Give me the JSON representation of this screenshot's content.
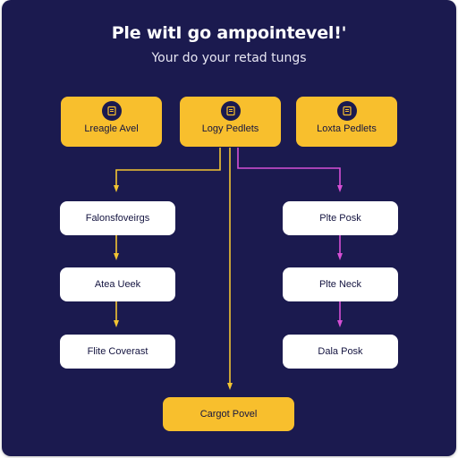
{
  "title": "Ple witI go ampointevel!'",
  "subtitle": "Your do your retad tungs",
  "colors": {
    "background": "#1b1a4f",
    "accent_yellow": "#f8bf2d",
    "connector_yellow": "#f3c532",
    "connector_magenta": "#d64fd6",
    "card_white": "#ffffff"
  },
  "top_nodes": [
    {
      "label": "Lreagle Avel",
      "icon": "document-icon"
    },
    {
      "label": "Logy Pedlets",
      "icon": "document-icon"
    },
    {
      "label": "Loxta Pedlets",
      "icon": "document-icon"
    }
  ],
  "left_steps": [
    {
      "label": "Falonsfoveirgs"
    },
    {
      "label": "Atea Ueek"
    },
    {
      "label": "Flite Coverast"
    }
  ],
  "right_steps": [
    {
      "label": "Plte Posk"
    },
    {
      "label": "Plte Neck"
    },
    {
      "label": "Dala Posk"
    }
  ],
  "bottom_node": {
    "label": "Cargot Povel"
  }
}
